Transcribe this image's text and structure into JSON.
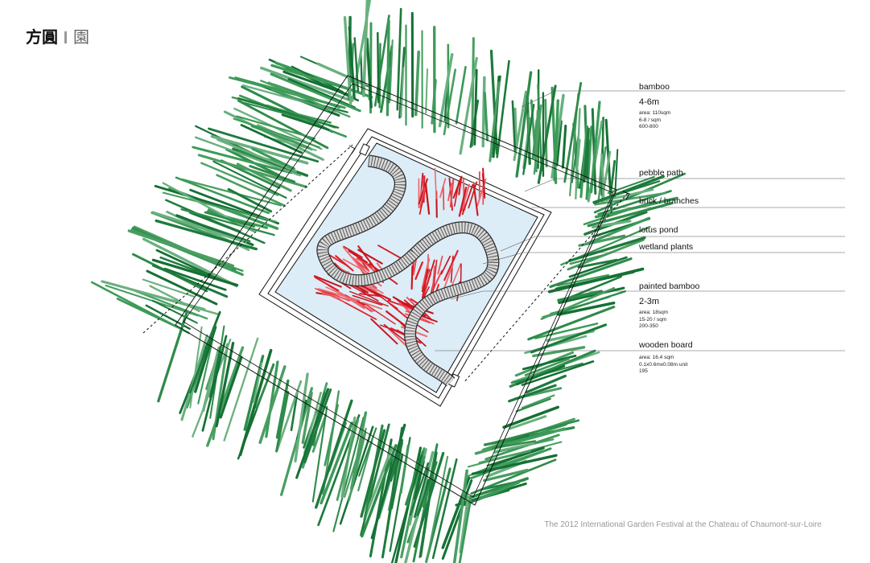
{
  "title": {
    "primary": "方圓",
    "secondary": "園"
  },
  "labels": {
    "bamboo": {
      "name": "bamboo",
      "height": "4-6m",
      "details": [
        "area: 110sqm",
        "6-8 / sqm",
        "600-800"
      ]
    },
    "pebble_path": {
      "name": "pebble path"
    },
    "brick_branches": {
      "name": "brick / branches"
    },
    "lotus_pond": {
      "name": "lotus pond"
    },
    "wetland_plants": {
      "name": "wetland plants"
    },
    "painted_bamboo": {
      "name": "painted bamboo",
      "height": "2-3m",
      "details": [
        "area: 18sqm",
        "15-20 / sqm",
        "200-350"
      ]
    },
    "wooden_board": {
      "name": "wooden board",
      "details": [
        "area: 16.4 sqm",
        "0.1x0.6mx0.08m unit",
        "195"
      ]
    }
  },
  "credit": "The 2012 International Garden Festival at the Chateau of Chaumont-sur-Loire",
  "colors": {
    "bamboo": "#1e7a3c",
    "painted_bamboo": "#e0202a",
    "pond": "#dcedf7",
    "line": "#111111"
  }
}
